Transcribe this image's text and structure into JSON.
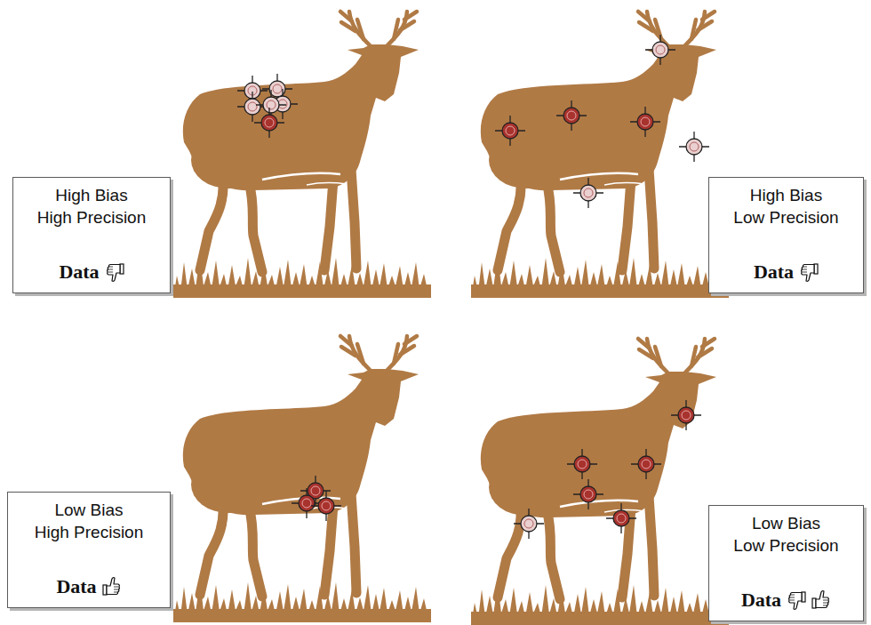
{
  "diagram": {
    "nodes": [
      {
        "text": [
          "High Bias High Precision",
          "Data"
        ]
      },
      {
        "text": [
          "High Bias Low Precision",
          "Data"
        ]
      },
      {
        "text": [
          "Low Bias High Precision",
          "Data"
        ]
      },
      {
        "text": [
          "Low Bias Low Precision",
          "Data"
        ]
      }
    ]
  }
}
